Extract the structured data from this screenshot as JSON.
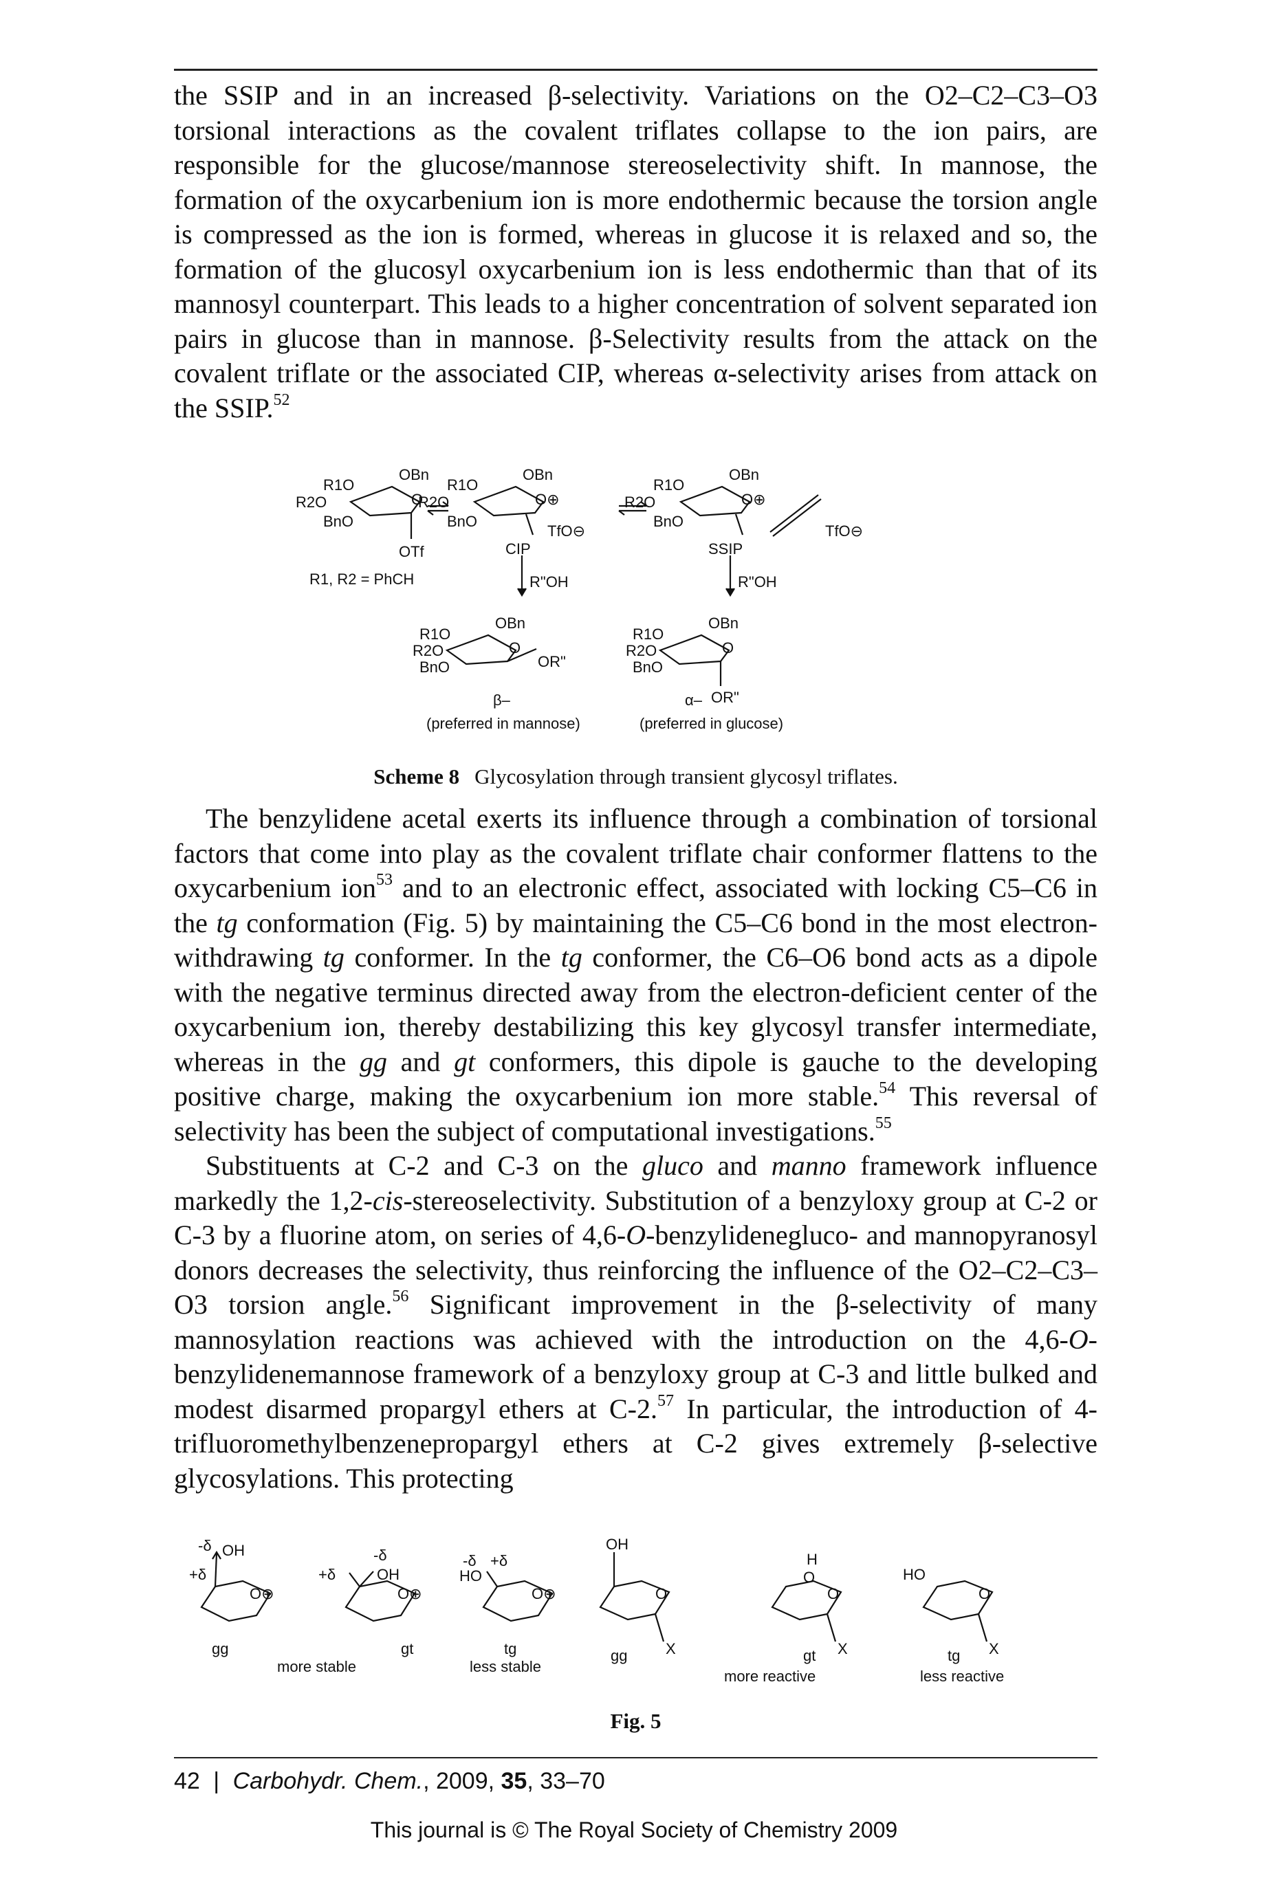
{
  "para1": "the SSIP and in an increased β-selectivity. Variations on the O2–C2–C3–O3 torsional interactions as the covalent triflates collapse to the ion pairs, are responsible for the glucose/mannose stereoselectivity shift. In mannose, the formation of the oxycarbenium ion is more endothermic because the torsion angle is compressed as the ion is formed, whereas in glucose it is relaxed and so, the formation of the glucosyl oxycarbenium ion is less endothermic than that of its mannosyl counterpart. This leads to a higher concentration of solvent separated ion pairs in glucose than in mannose. β-Selectivity results from the attack on the covalent triflate or the associated CIP, whereas α-selectivity arises from attack on the SSIP.",
  "para1_ref": "52",
  "scheme": {
    "r1": "R1O",
    "r2": "R2O",
    "bno": "BnO",
    "obn": "OBn",
    "o": "O",
    "o_plus": "O⊕",
    "otf": "OTf",
    "tfo": "TfO⊖",
    "cip": "CIP",
    "ssip": "SSIP",
    "r_def": "R1, R2 = PhCH",
    "reagent": "R\"OH",
    "or": "OR\"",
    "beta": "β–",
    "alpha": "α–",
    "beta_note": "(preferred in mannose)",
    "alpha_note": "(preferred in glucose)"
  },
  "scheme_caption_label": "Scheme 8",
  "scheme_caption": "Glycosylation through transient glycosyl triflates.",
  "para2": {
    "t1": "The benzylidene acetal exerts its influence through a combination of torsional factors that come into play as the covalent triflate chair conformer flattens to the oxycarbenium ion",
    "r1": "53",
    "t2": " and to an electronic effect, associated with locking C5–C6 in the ",
    "tg1": "tg",
    "t3": " conformation (Fig. 5) by maintaining the C5–C6 bond in the most electron-withdrawing ",
    "tg2": "tg",
    "t4": " conformer. In the ",
    "tg3": "tg",
    "t5": " conformer, the C6–O6 bond acts as a dipole with the negative terminus directed away from the electron-deficient center of the oxycarbenium ion, thereby destabilizing this key glycosyl transfer intermediate, whereas in the ",
    "gg": "gg",
    "t6": " and ",
    "gt": "gt",
    "t7": " conformers, this dipole is gauche to the developing positive charge, making the oxycarbenium ion more stable.",
    "r2": "54",
    "t8": " This reversal of selectivity has been the subject of computational investigations.",
    "r3": "55"
  },
  "para3": {
    "t1": "Substituents at C-2 and C-3 on the ",
    "gluco": "gluco",
    "t2": " and ",
    "manno": "manno",
    "t3": " framework influence markedly the 1,2-",
    "cis": "cis",
    "t4": "-stereoselectivity. Substitution of a benzyloxy group at C-2 or C-3 by a fluorine atom, on series of 4,6-",
    "o1": "O",
    "t5": "-benzylidenegluco- and mannopyranosyl donors decreases the selectivity, thus reinforcing the influence of the O2–C2–C3–O3 torsion angle.",
    "r1": "56",
    "t6": " Significant improvement in the β-selectivity of many mannosylation reactions was achieved with the introduction on the 4,6-",
    "o2": "O",
    "t7": "-benzylidenemannose framework of a benzyloxy group at C-3 and little bulked and modest disarmed propargyl ethers at C-2.",
    "r2": "57",
    "t8": " In particular, the introduction of 4-trifluoromethylbenzenepropargyl ethers at C-2 gives extremely β-selective glycosylations. This protecting"
  },
  "fig5": {
    "gg": "gg",
    "gt": "gt",
    "tg": "tg",
    "more_stable": "more stable",
    "less_stable": "less stable",
    "more_reactive": "more reactive",
    "less_reactive": "less reactive",
    "oh": "OH",
    "ho": "HO",
    "h": "H",
    "x": "X",
    "delta_minus": "-δ",
    "delta_plus": "+δ",
    "o_plus": "O⊕",
    "o": "O"
  },
  "fig5_caption": "Fig. 5",
  "footer_page": "42",
  "footer_journal": "Carbohydr. Chem.",
  "footer_year": ", 2009, ",
  "footer_volume": "35",
  "footer_pages": ", 33–70",
  "footer_copyright": "This journal is © The Royal Society of Chemistry 2009"
}
